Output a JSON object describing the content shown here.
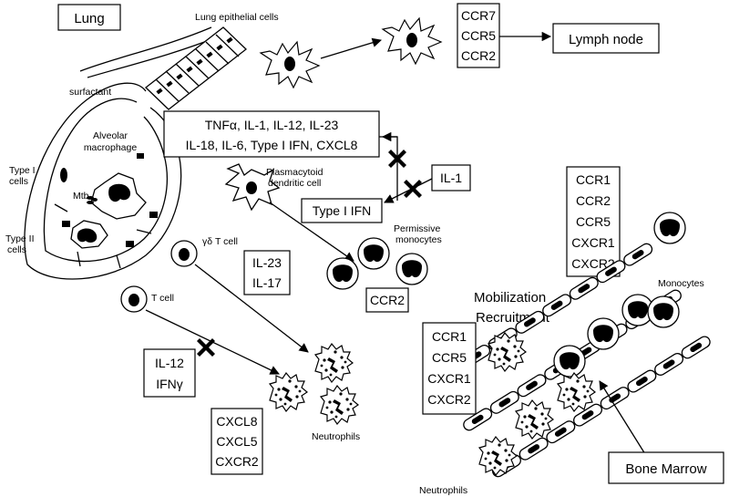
{
  "labels": {
    "lung": "Lung",
    "lung_epithelial": "Lung epithelial cells",
    "surfactant": "surfactant",
    "alveolar_macrophage_1": "Alveolar",
    "alveolar_macrophage_2": "macrophage",
    "type1_1": "Type I",
    "type1_2": "cells",
    "type2_1": "Type II",
    "type2_2": "cells",
    "mtb": "Mtb",
    "pdc_1": "Plasmacytoid",
    "pdc_2": "dendritic cell",
    "gd_tcell": "γδ T cell",
    "tcell": "T cell",
    "permissive_1": "Permissive",
    "permissive_2": "monocytes",
    "neutrophils_center": "Neutrophils",
    "neutrophils_bottom": "Neutrophils",
    "monocytes": "Monocytes",
    "mobilization": "Mobilization",
    "recruitment": "Recruitment"
  },
  "boxes": {
    "dc_receptors": [
      "CCR7",
      "CCR5",
      "CCR2"
    ],
    "lymph_node": "Lymph node",
    "cytokines_1": "TNFα, IL-1, IL-12, IL-23",
    "cytokines_2": "IL-18, IL-6, Type I IFN, CXCL8",
    "il1": "IL-1",
    "type1_ifn": "Type I IFN",
    "il23_il17": [
      "IL-23",
      "IL-17"
    ],
    "ccr2": "CCR2",
    "il12_ifng": [
      "IL-12",
      "IFNγ"
    ],
    "neutrophil_chemo": [
      "CXCL8",
      "CXCL5",
      "CXCR2"
    ],
    "monocyte_receptors": [
      "CCR1",
      "CCR2",
      "CCR5",
      "CXCR1",
      "CXCR2"
    ],
    "neutrophil_receptors": [
      "CCR1",
      "CCR5",
      "CXCR1",
      "CXCR2"
    ],
    "bone_marrow": "Bone Marrow"
  }
}
